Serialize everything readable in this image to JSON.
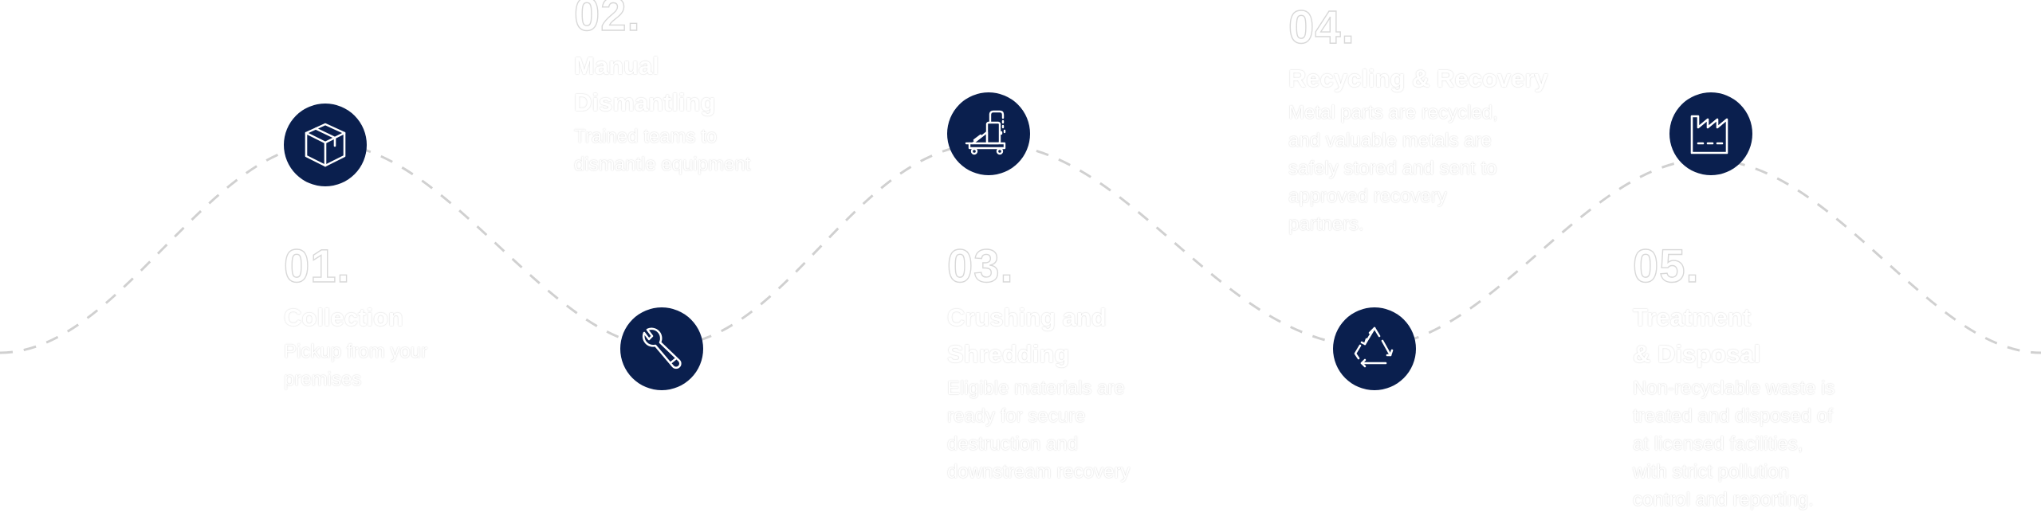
{
  "steps": [
    {
      "number": "01.",
      "title": "Collection",
      "description": "Pickup from your\npremises",
      "icon": "box-icon"
    },
    {
      "number": "02.",
      "title": "Manual\nDismantling",
      "description": "Trained teams to\ndismantle equipment",
      "icon": "wrench-icon"
    },
    {
      "number": "03.",
      "title": "Crushing and\nShredding",
      "description": "Eligible materials are\nready for secure\ndestruction and\ndownstream recovery",
      "icon": "shredder-machine-icon"
    },
    {
      "number": "04.",
      "title": "Recycling & Recovery",
      "description": "Metal parts are recycled,\nand valuable metals are\nsafely stored and sent to\napproved recovery\npartners.",
      "icon": "recycle-icon"
    },
    {
      "number": "05.",
      "title": "Treatment\n& Disposal",
      "description": "Non-recyclable waste is\ntreated and disposed of\nat licensed facilities,\nwith strict pollution\ncontrol and reporting.",
      "icon": "factory-icon"
    }
  ],
  "colors": {
    "node": "#0a1f4e",
    "icon_stroke": "#ffffff",
    "wave": "#d0d0d0",
    "text": "#ffffff"
  }
}
